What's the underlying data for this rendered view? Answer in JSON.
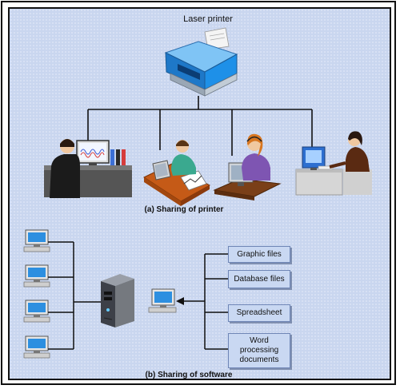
{
  "top_label": "Laser printer",
  "caption_a": "(a) Sharing of printer",
  "caption_b": "(b) Sharing of software",
  "files": [
    {
      "label": "Graphic files"
    },
    {
      "label": "Database files"
    },
    {
      "label": "Spreadsheet"
    },
    {
      "label": "Word\nprocessing\ndocuments"
    }
  ],
  "colors": {
    "background": "#c9d6ef",
    "box_fill": "#c9d8f2",
    "printer_blue": "#1e90e8",
    "line": "#111111"
  }
}
